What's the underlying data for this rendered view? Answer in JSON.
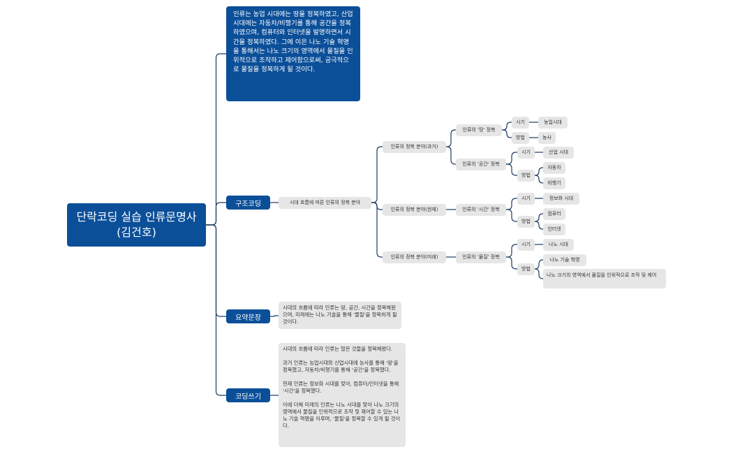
{
  "root": {
    "title": "단락코딩 실습 인류문명사(김건호)"
  },
  "intro": {
    "label": "인류는 농업 시대에는 땅을 정복하였고, 산업 시대에는 자동차/비행기를 통해 공간을 정복하였으며, 컴퓨터와 인터넷을 발명하면서 시간을 정복하였다. 그에 이은 나노 기술 혁명을 통해서는 나노 크기의 영역에서 물질을 인위적으로 조작하고 제어함으로써, 궁극적으로 물질을 정복하게 될 것이다."
  },
  "structure": {
    "label": "구조코딩",
    "topic": "시대 흐름에 따른 인류의 정복 분야",
    "eras": [
      {
        "label": "인류의 정복 분야(과거)",
        "conquests": [
          {
            "label": "인류의 '땅' 정복",
            "era_key": "시기",
            "era_value": "농업시대",
            "method_key": "방법",
            "methods": [
              "농사"
            ]
          },
          {
            "label": "인류의 '공간' 정복",
            "era_key": "시기",
            "era_value": "산업 시대",
            "method_key": "방법",
            "methods": [
              "자동차",
              "비행기"
            ]
          }
        ]
      },
      {
        "label": "인류의 정복 분야(현재)",
        "conquests": [
          {
            "label": "인류의 '시간' 정복",
            "era_key": "시기",
            "era_value": "정보화 시대",
            "method_key": "방법",
            "methods": [
              "컴퓨터",
              "인터넷"
            ]
          }
        ]
      },
      {
        "label": "인류의 정복 분야(미래)",
        "conquests": [
          {
            "label": "인류의 '물질' 정복",
            "era_key": "시기",
            "era_value": "나노 시대",
            "method_key": "방법",
            "methods": [
              "나노 기술 혁명",
              "나노 크기의 영역에서 물질을 인위적으로 조작 및 제어"
            ]
          }
        ]
      }
    ]
  },
  "summary": {
    "label": "요약문장",
    "text": "시대의 흐름에 따라 인류는 땅, 공간, 시간을 정복해왔으며, 미래에는 나노 기술을 통해 '물질'을 정복하게 될 것이다."
  },
  "writing": {
    "label": "코딩쓰기",
    "text": "시대의 흐름에 따라 인류는 많은 것들을 정복해왔다.\n\n과거 인류는 농업시대와 산업시대에 농사를 통해 '땅'을 정복했고, 자동차/비행기를 통해 '공간'을 정복했다.\n\n현재 인류는 정보화 시대를 맞아, 컴퓨터/인터넷을 통해 '시간'을 정복했다.\n\n이에 더해 미래의 인류는 나노 시대를 맞아 나노 크기의 영역에서 물질을 인위적으로 조작 및 제어할 수 있는 나노 기술 혁명을 이루며, '물질'을 정복할 수 있게 될 것이다."
  },
  "colors": {
    "node_blue": "#0b4f99",
    "node_gray": "#e6e6e6",
    "link": "#1f3a5f"
  }
}
